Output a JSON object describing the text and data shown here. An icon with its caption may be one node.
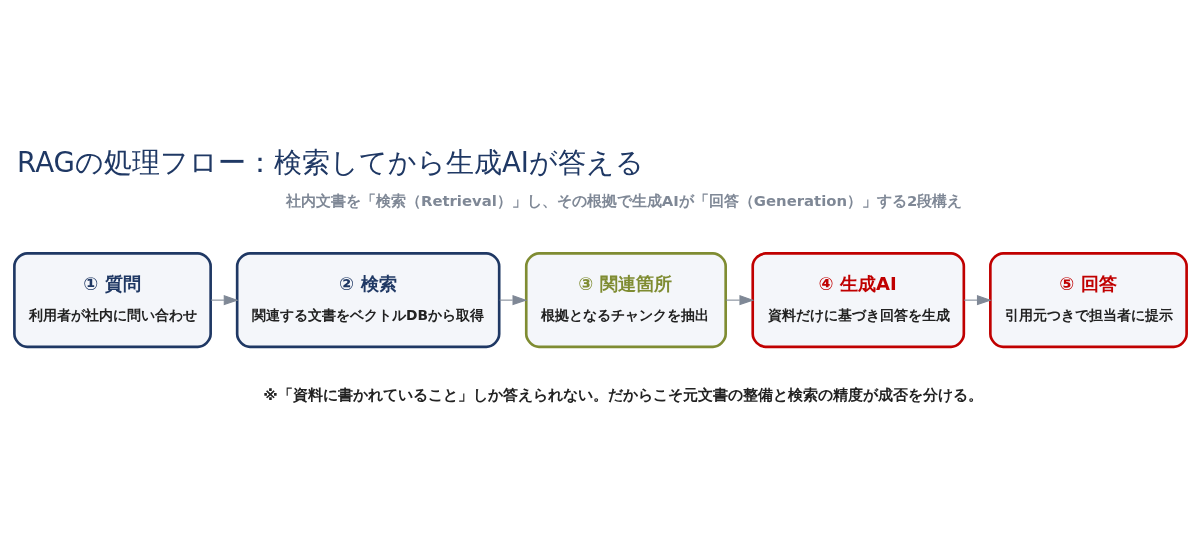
{
  "diagram": {
    "title": "RAGの処理フロー：検索してから生成AIが答える",
    "nodes": [
      {
        "text": [
          "① 質問",
          "利用者が社内に問い合わせ"
        ]
      },
      {
        "text": [
          "② 検索",
          "関連する文書をベクトルDBから取得"
        ]
      },
      {
        "text": [
          "③ 関連箇所",
          "根拠となるチャンクを抽出"
        ]
      },
      {
        "text": [
          "④ 生成AI",
          "資料だけに基づき回答を生成"
        ]
      },
      {
        "text": [
          "⑤ 回答",
          "引用元つきで担当者に提示"
        ]
      }
    ],
    "edges": [
      {
        "from": 0,
        "to": 1,
        "arrow": "to"
      },
      {
        "from": 1,
        "to": 2,
        "arrow": "to"
      },
      {
        "from": 2,
        "to": 3,
        "arrow": "to"
      },
      {
        "from": 3,
        "to": 4,
        "arrow": "to"
      }
    ],
    "labels": [
      "社内文書を「検索（Retrieval）」し、その根拠で生成AIが「回答（Generation）」する2段構え",
      "※「資料に書かれていること」しか答えられない。だからこそ元文書の整備と検索の精度が成否を分ける。"
    ]
  }
}
